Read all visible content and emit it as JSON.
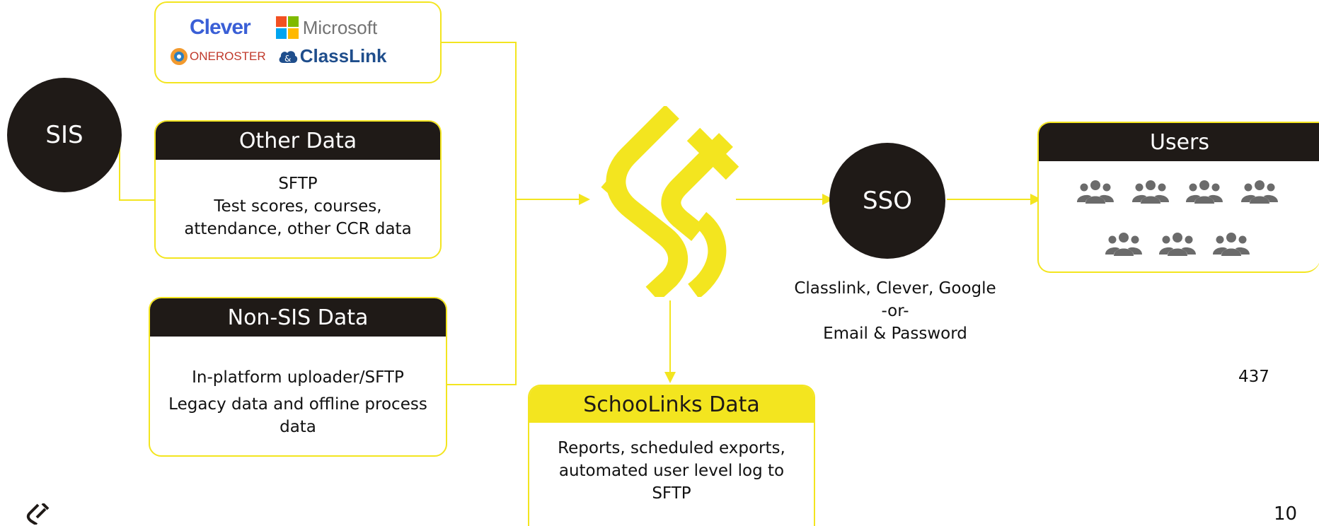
{
  "sis": {
    "label": "SIS"
  },
  "providers": {
    "clever": "Clever",
    "microsoft": "Microsoft",
    "oneroster": "ONEROSTER",
    "classlink": "ClassLink"
  },
  "other_data": {
    "title": "Other Data",
    "lines": [
      "SFTP",
      "Test scores, courses,",
      "attendance, other CCR data"
    ]
  },
  "non_sis": {
    "title": "Non-SIS Data",
    "line1": "In-platform uploader/SFTP",
    "line2": "Legacy data and offline process",
    "line3": "data"
  },
  "schoolinks_data": {
    "title": "SchooLinks Data",
    "lines": [
      "Reports, scheduled exports,",
      "automated user level log to",
      "SFTP"
    ]
  },
  "sso": {
    "label": "SSO",
    "caption_lines": [
      "Classlink, Clever, Google",
      "-or-",
      "Email & Password"
    ]
  },
  "users": {
    "title": "Users",
    "icon": "user-group-icon"
  },
  "page_number": "10",
  "side_number": "437",
  "colors": {
    "accent": "#f3e51f",
    "dark": "#1f1a17",
    "icon_gray": "#6b6b6b"
  }
}
